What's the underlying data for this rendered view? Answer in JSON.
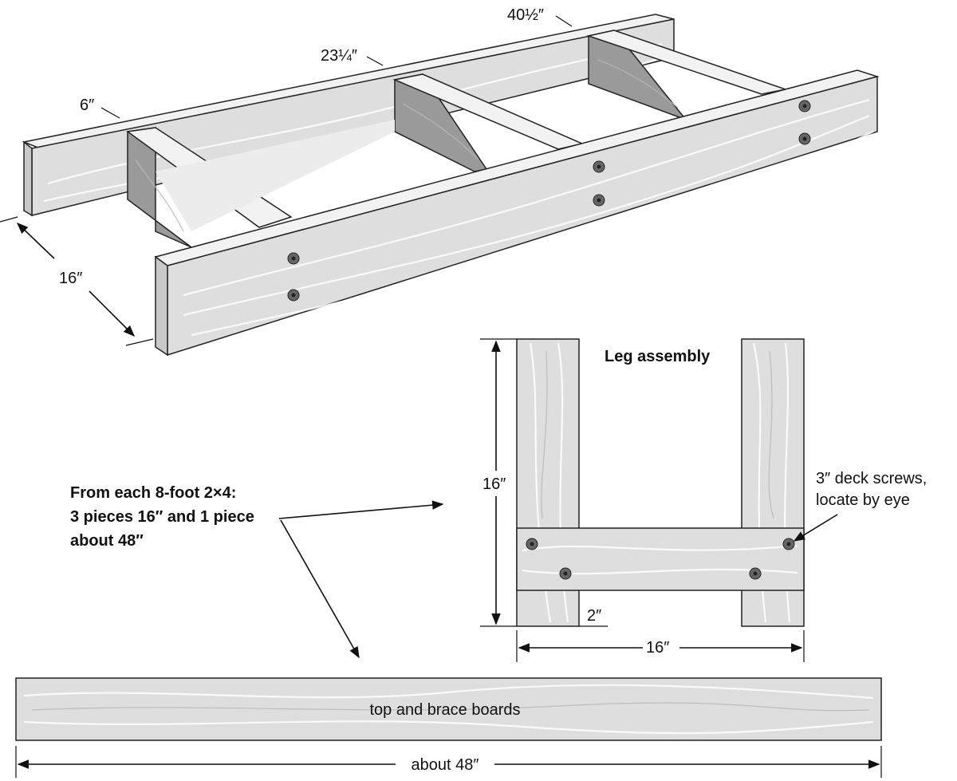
{
  "isometric": {
    "dims": {
      "d6": "6″",
      "d23": "23¼″",
      "d40": "40½″",
      "d16": "16″"
    }
  },
  "leg_assembly": {
    "title": "Leg assembly",
    "height": "16″",
    "width": "16″",
    "offset": "2″",
    "screws_line1": "3″ deck screws,",
    "screws_line2": "locate by eye"
  },
  "cut_note": {
    "line1": "From each 8-foot 2×4:",
    "line2": "3 pieces 16″ and 1 piece",
    "line3": "about 48″"
  },
  "board": {
    "label": "top and brace boards",
    "length": "about 48″"
  }
}
